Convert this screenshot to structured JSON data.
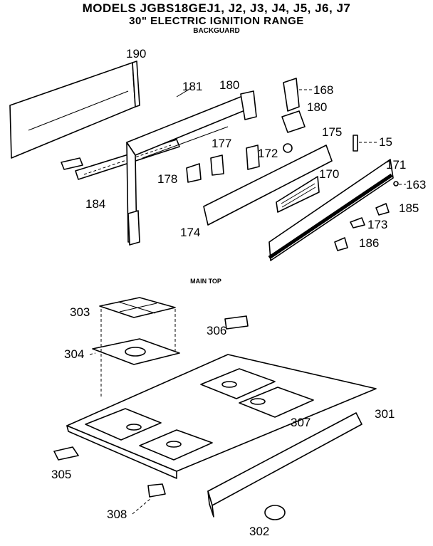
{
  "header": {
    "title": "MODELS JGBS18GEJ1, J2, J3, J4, J5, J6, J7",
    "subtitle": "30\" ELECTRIC IGNITION RANGE",
    "section_backguard": "BACKGUARD",
    "section_main_top": "MAIN TOP"
  },
  "callouts": {
    "p190": "190",
    "p181": "181",
    "p180a": "180",
    "p168": "168",
    "p180b": "180",
    "p175": "175",
    "p15": "15",
    "p177": "177",
    "p172": "172",
    "p171": "171",
    "p178": "178",
    "p170": "170",
    "p163": "163",
    "p184": "184",
    "p185": "185",
    "p173": "173",
    "p174": "174",
    "p186": "186",
    "p303": "303",
    "p306": "306",
    "p304": "304",
    "p301": "301",
    "p307": "307",
    "p305": "305",
    "p308": "308",
    "p302": "302"
  }
}
